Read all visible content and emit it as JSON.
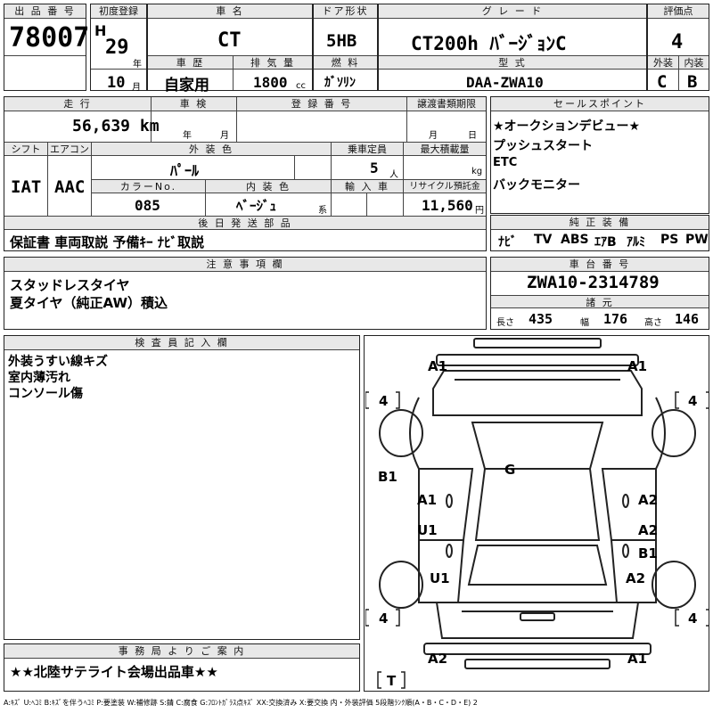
{
  "sheet": {
    "lot_label": "出 品 番 号",
    "lot_number": "78007",
    "first_reg_label": "初度登録",
    "era": "H",
    "reg_year": "29",
    "year_unit": "年",
    "reg_month": "10",
    "month_unit": "月",
    "model_label": "車 名",
    "model": "CT",
    "door_label": "ドア形状",
    "door": "5HB",
    "grade_label": "グ レ ー ド",
    "grade": "CT200h ﾊﾞｰｼﾞｮﾝC",
    "score_label": "評価点",
    "score": "4",
    "history_label": "車 歴",
    "history": "自家用",
    "displacement_label": "排 気 量",
    "displacement": "1800",
    "displacement_unit": "cc",
    "fuel_label": "燃 料",
    "fuel": "ｶﾞｿﾘﾝ",
    "type_label": "型 式",
    "type_code": "DAA-ZWA10",
    "ext_label": "外装",
    "ext_grade": "C",
    "int_label": "内装",
    "int_grade": "B"
  },
  "details": {
    "mileage_label": "走 行",
    "mileage": "56,639 km",
    "inspection_label": "車 検",
    "year_unit": "年",
    "month_unit": "月",
    "reg_no_label": "登 録 番 号",
    "transfer_label": "譲渡書類期限",
    "transfer_month": "月",
    "transfer_day": "日",
    "shift_label": "シフト",
    "shift": "IAT",
    "ac_label": "エアコン",
    "ac": "AAC",
    "ext_color_label": "外 装 色",
    "ext_color": "ﾊﾟｰﾙ",
    "capacity_label": "乗車定員",
    "capacity": "5",
    "capacity_unit": "人",
    "load_label": "最大積載量",
    "load_unit": "kg",
    "color_no_label": "カラーNo.",
    "color_no": "085",
    "int_color_label": "内 装 色",
    "int_color": "ﾍﾞｰｼﾞｭ",
    "int_color_unit": "系",
    "import_label": "輸 入 車",
    "recycle_label": "リサイクル預託金",
    "recycle": "11,560",
    "recycle_unit": "円",
    "docs_label": "後 日 発 送 部 品",
    "docs": "保証書 車両取説 予備ｷｰ ﾅﾋﾞ取説"
  },
  "sales_points": {
    "label": "セールスポイント",
    "items": [
      "★オークションデビュー★",
      "プッシュスタート",
      "ETC",
      "バックモニター"
    ]
  },
  "equipment": {
    "label": "純 正 装 備",
    "items": [
      "ﾅﾋﾞ",
      "TV",
      "ABS",
      "ｴｱB",
      "ｱﾙﾐ",
      "PS",
      "PW"
    ]
  },
  "notes": {
    "label": "注 意 事 項 欄",
    "lines": [
      "スタッドレスタイヤ",
      "夏タイヤ（純正AW）積込"
    ]
  },
  "chassis": {
    "label": "車 台 番 号",
    "number": "ZWA10-2314789",
    "spec_label": "諸 元",
    "length_label": "長さ",
    "length": "435",
    "width_label": "幅",
    "width": "176",
    "height_label": "高さ",
    "height": "146"
  },
  "inspector": {
    "label": "検 査 員 記 入 欄",
    "lines": [
      "外装うすい線キズ",
      "室内薄汚れ",
      "コンソール傷"
    ]
  },
  "office": {
    "label": "事 務 局 よ り ご 案 内",
    "message": "★★北陸サテライト会場出品車★★"
  },
  "legend": "A:ｷｽﾞ U:ﾍｺﾐ B:ｷｽﾞを伴うﾍｺﾐ P:要塗装 W:補修跡 S:錆 C:腐食 G:ﾌﾛﾝﾄｶﾞﾗｽ点ｷｽﾞ XX:交換済み X:要交換 内・外装評価 5段階ﾗﾝｸ順(A・B・C・D・E) 2",
  "diagram": {
    "marks": {
      "front_left": "A1",
      "front_right": "A1",
      "tire_fl": "4",
      "tire_fr": "4",
      "tire_rl": "4",
      "tire_rr": "4",
      "fender_l": "B1",
      "glass": "G",
      "door_fl": "A1",
      "door_fr": "A2",
      "door_rl": "U1",
      "door_rr": "A2",
      "rear_fender_r": "B1",
      "quarter_l": "U1",
      "quarter_r": "A2",
      "rear_left": "A2",
      "rear_right": "A1",
      "trunk": "T"
    }
  }
}
